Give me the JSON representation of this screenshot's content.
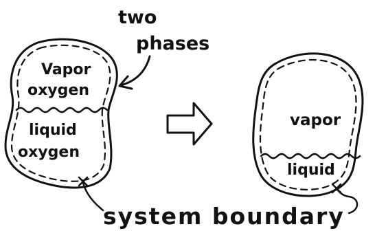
{
  "annotations": {
    "two_phases_line1": "two",
    "two_phases_line2": "phases",
    "system_boundary": "system boundary"
  },
  "left_system": {
    "upper_label_line1": "Vapor",
    "upper_label_line2": "oxygen",
    "lower_label_line1": "liquid",
    "lower_label_line2": "oxygen"
  },
  "right_system": {
    "upper_label": "vapor",
    "lower_label": "liquid"
  },
  "colors": {
    "ink": "#111111",
    "background": "#ffffff"
  }
}
